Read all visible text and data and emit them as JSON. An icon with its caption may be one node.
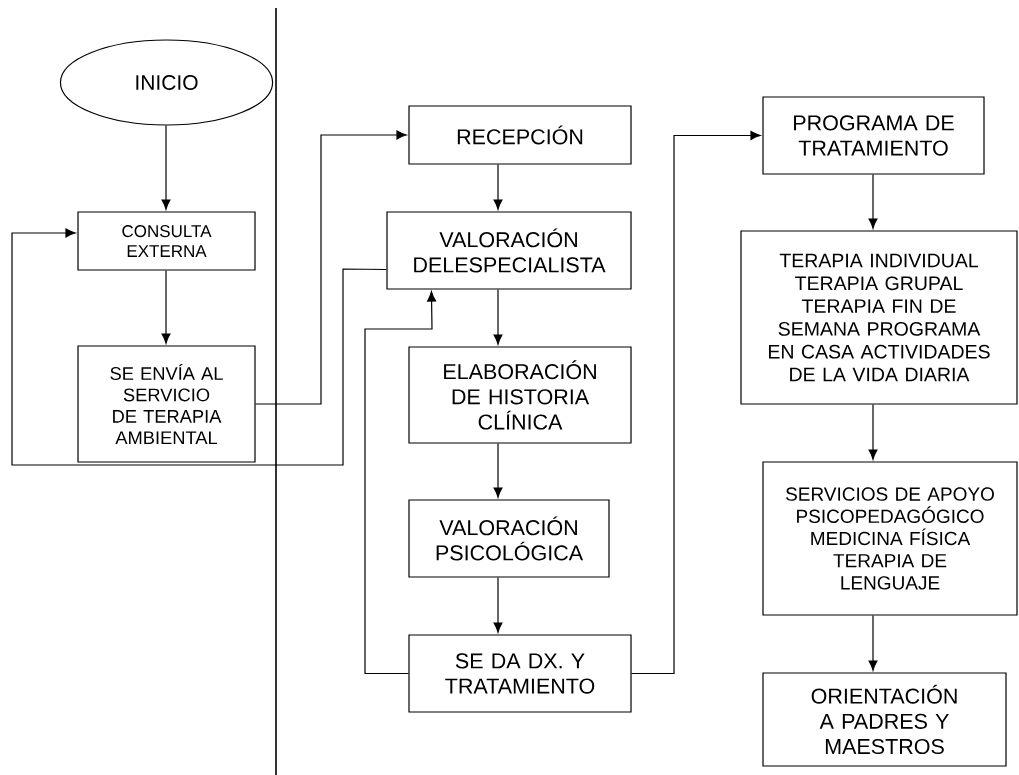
{
  "diagram": {
    "nodes": [
      {
        "text": [
          "INICIO"
        ]
      },
      {
        "text": [
          "CONSULTA EXTERNA"
        ]
      },
      {
        "text": [
          "SE ENVÍA AL SERVICIO DE TERAPIA AMBIENTAL"
        ]
      },
      {
        "text": [
          "RECEPCIÓN"
        ]
      },
      {
        "text": [
          "VALORACIÓN DELESPECIALISTA"
        ]
      },
      {
        "text": [
          "ELABORACIÓN DE HISTORIA CLÍNICA"
        ]
      },
      {
        "text": [
          "VALORACIÓN PSICOLÓGICA"
        ]
      },
      {
        "text": [
          "SE DA DX. Y TRATAMIENTO"
        ]
      },
      {
        "text": [
          "PROGRAMA DE TRATAMIENTO"
        ]
      },
      {
        "text": [
          "TERAPIA INDIVIDUAL TERAPIA GRUPAL TERAPIA FIN DE SEMANA PROGRAMA EN CASA ACTIVIDADES DE LA VIDA DIARIA"
        ]
      },
      {
        "text": [
          "SERVICIOS DE APOYO PSICOPEDAGÓGICO MEDICINA FÍSICA TERAPIA DE LENGUAJE"
        ]
      },
      {
        "text": [
          "ORIENTACIÓN A PADRES Y MAESTROS"
        ]
      }
    ],
    "edges": [
      {
        "from": 0,
        "to": 1,
        "arrow": "to"
      },
      {
        "from": 1,
        "to": 2,
        "arrow": "to"
      },
      {
        "from": 2,
        "to": 3,
        "arrow": "to"
      },
      {
        "from": 3,
        "to": 4,
        "arrow": "to"
      },
      {
        "from": 4,
        "to": 5,
        "arrow": "to"
      },
      {
        "from": 5,
        "to": 6,
        "arrow": "to"
      },
      {
        "from": 6,
        "to": 7,
        "arrow": "to"
      },
      {
        "from": 7,
        "to": 8,
        "arrow": "to"
      },
      {
        "from": 8,
        "to": 9,
        "arrow": "to"
      },
      {
        "from": 9,
        "to": 10,
        "arrow": "to"
      },
      {
        "from": 10,
        "to": 11,
        "arrow": "to"
      },
      {
        "from": 4,
        "to": 1,
        "arrow": "to"
      },
      {
        "from": 7,
        "to": 4,
        "arrow": "to"
      }
    ]
  }
}
